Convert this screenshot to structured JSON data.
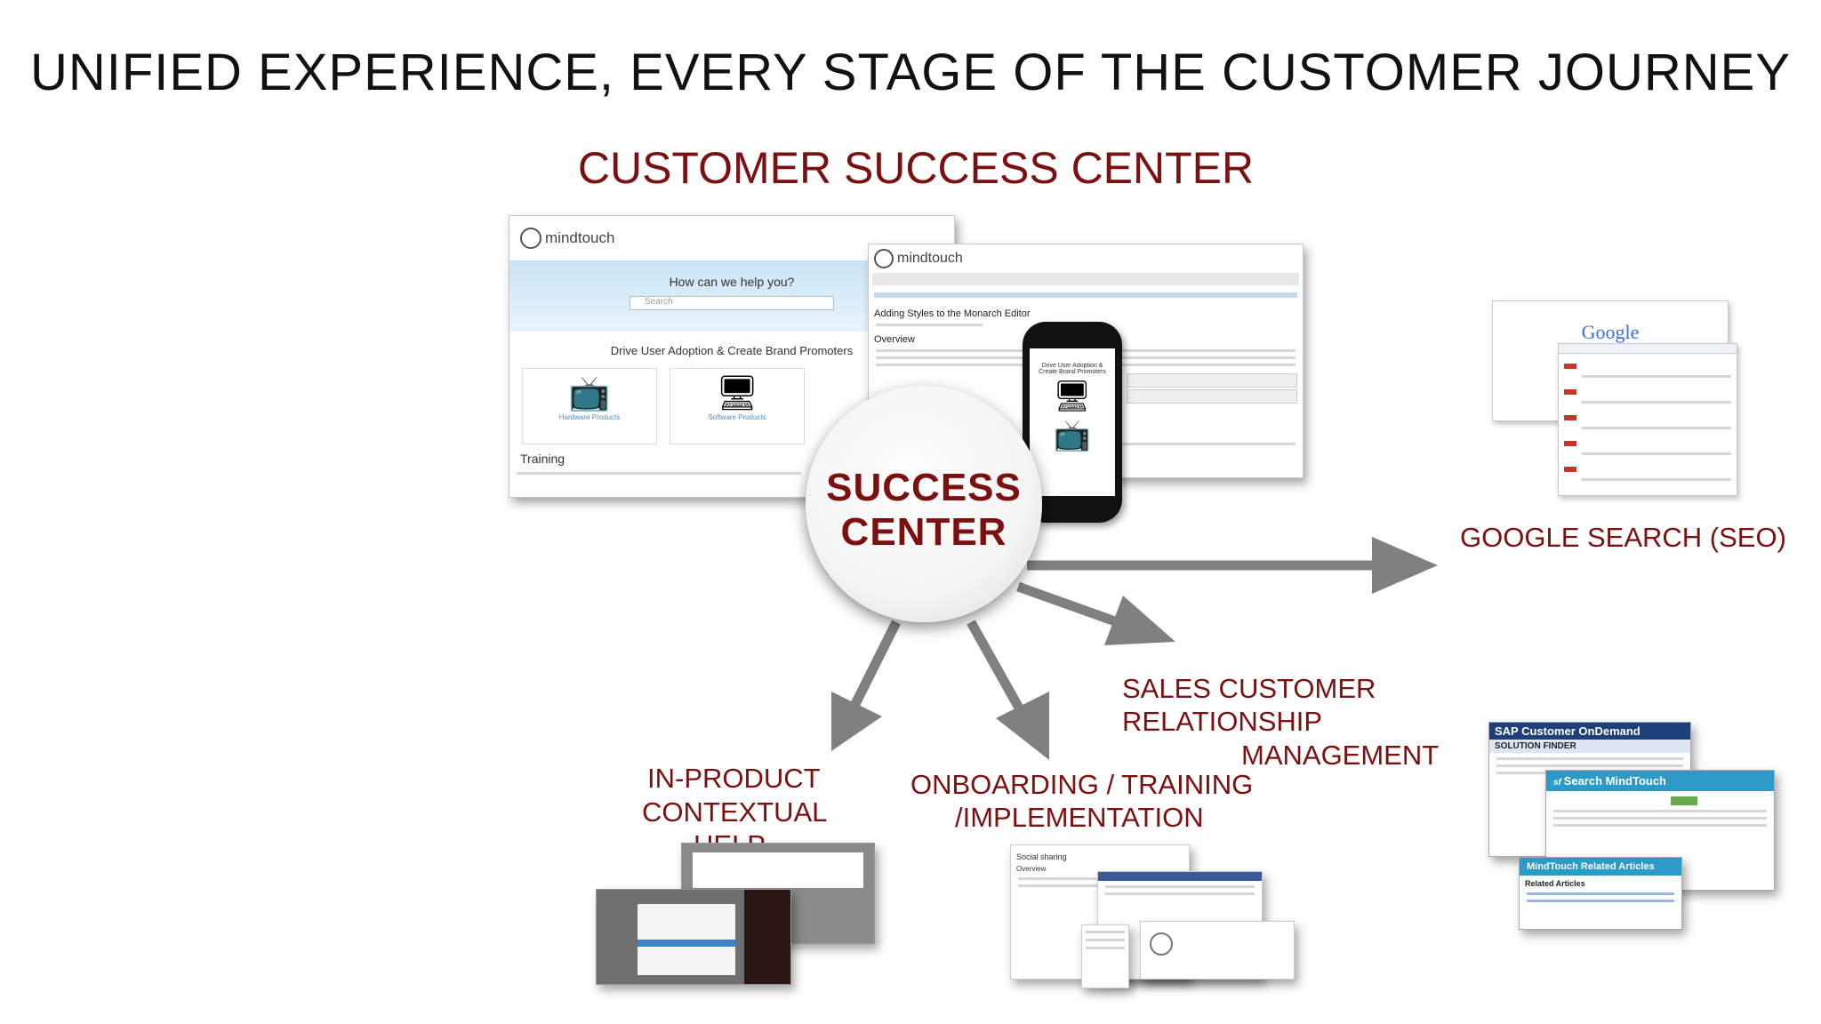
{
  "title": "UNIFIED EXPERIENCE, EVERY STAGE OF THE CUSTOMER JOURNEY",
  "subtitle": "CUSTOMER SUCCESS CENTER",
  "hub": {
    "line1": "SUCCESS",
    "line2": "CENTER"
  },
  "targets": {
    "google": "GOOGLE SEARCH (SEO)",
    "crm_line1": "SALES CUSTOMER",
    "crm_line2": "RELATIONSHIP",
    "crm_line3": "MANAGEMENT",
    "onboarding_line1": "ONBOARDING / TRAINING",
    "onboarding_line2": "/IMPLEMENTATION",
    "inproduct_line1": "IN-PRODUCT",
    "inproduct_line2": "CONTEXTUAL",
    "inproduct_line3": "HELP"
  },
  "mindtouch_home": {
    "logo": "mindtouch",
    "hero_question": "How can we help you?",
    "search_placeholder": "Search",
    "tagline": "Drive User Adoption & Create Brand Promoters",
    "section": "Training",
    "cards": [
      "Hardware Products",
      "Software Products"
    ]
  },
  "mindtouch_editor": {
    "logo": "mindtouch",
    "heading": "Adding Styles to the Monarch Editor",
    "overview": "Overview"
  },
  "phone": {
    "text": "Drive User Adoption & Create Brand Promoters"
  },
  "google_logo": "Google",
  "sap": {
    "header": "SAP Customer OnDemand",
    "finder": "SOLUTION FINDER"
  },
  "salesforce": {
    "search": "Search MindTouch",
    "related": "MindTouch Related Articles",
    "related_sub": "Related Articles"
  },
  "onboarding_shot": {
    "label": "Social sharing",
    "overview": "Overview"
  },
  "colors": {
    "accent": "#7b1010",
    "arrow": "#808080"
  }
}
